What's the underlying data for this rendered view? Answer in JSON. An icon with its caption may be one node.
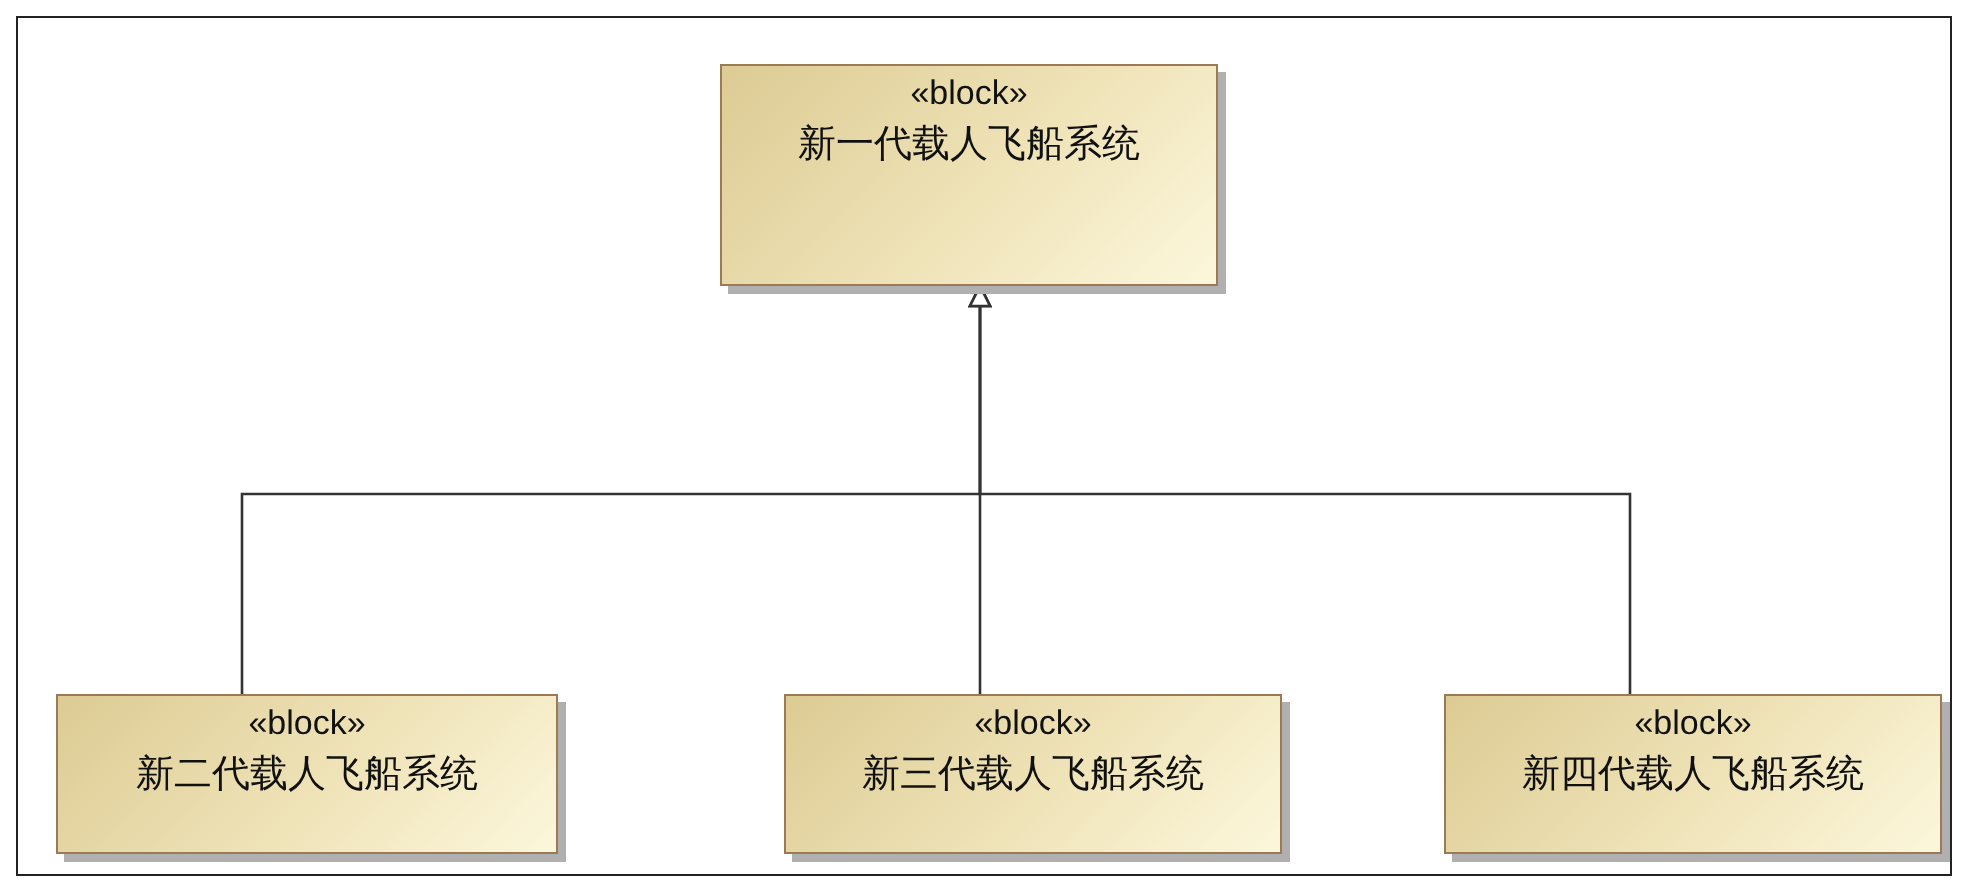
{
  "diagram": {
    "nodes": [
      {
        "text": [
          "«block»",
          "新一代载人飞船系统"
        ]
      },
      {
        "text": [
          "«block»",
          "新二代载人飞船系统"
        ]
      },
      {
        "text": [
          "«block»",
          "新三代载人飞船系统"
        ]
      },
      {
        "text": [
          "«block»",
          "新四代载人飞船系统"
        ]
      }
    ],
    "edges": [
      {
        "from": 1,
        "to": 0,
        "arrow": "to"
      },
      {
        "from": 2,
        "to": 0,
        "arrow": "to"
      },
      {
        "from": 3,
        "to": 0,
        "arrow": "to"
      }
    ]
  }
}
